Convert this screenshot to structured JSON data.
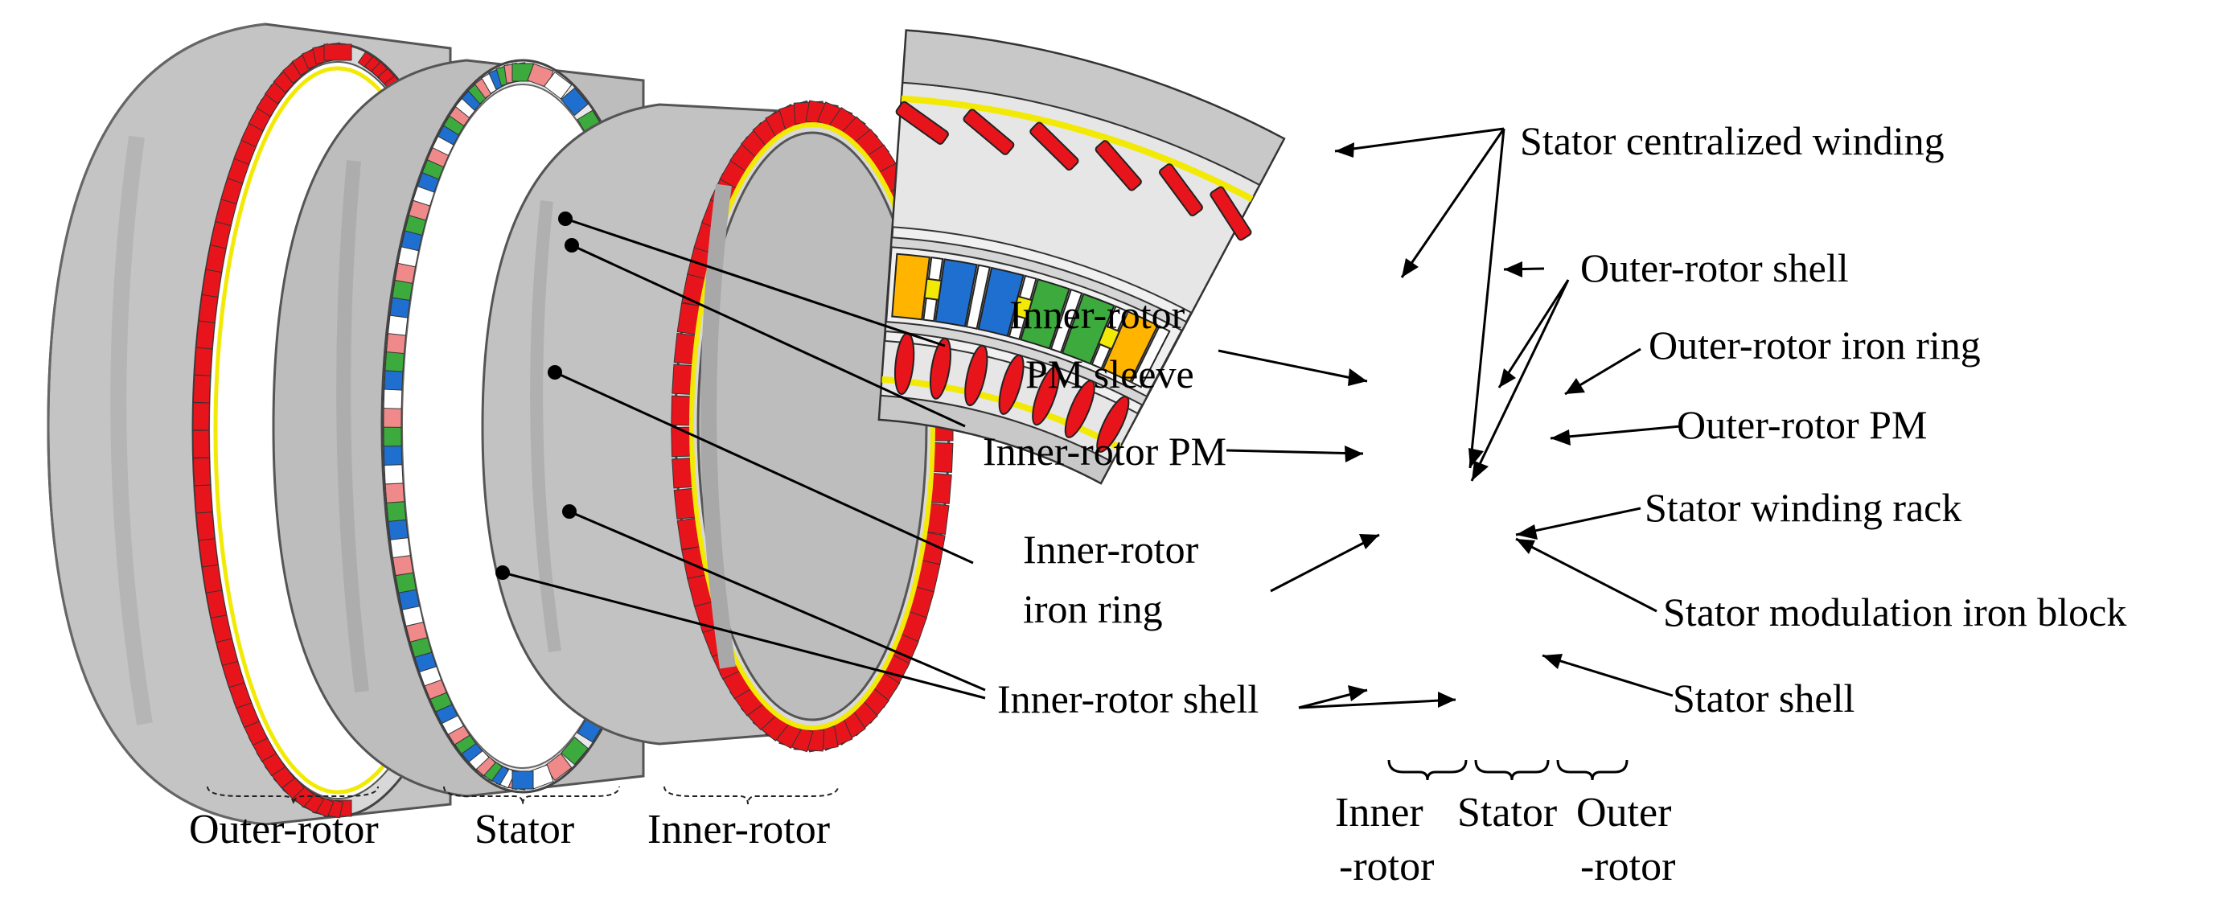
{
  "colors": {
    "shell_gray": "#c8c8c8",
    "shell_dark": "#9a9a9a",
    "magnet_red": "#e8141c",
    "sleeve_yellow": "#f2ea06",
    "winding_orange": "#ffb400",
    "winding_blue": "#1f6fd0",
    "winding_green": "#3caa3c",
    "winding_pink": "#f08a8a",
    "leader_black": "#000000"
  },
  "left_view": {
    "labels": {
      "outer_rotor": "Outer-rotor",
      "stator": "Stator",
      "inner_rotor": "Inner-rotor"
    }
  },
  "callouts": {
    "inner_rotor_pm_sleeve_line1": "Inner-rotor",
    "inner_rotor_pm_sleeve_line2": "PM sleeve",
    "inner_rotor_pm": "Inner-rotor PM",
    "inner_rotor_iron_ring_line1": "Inner-rotor",
    "inner_rotor_iron_ring_line2": "iron ring",
    "inner_rotor_shell": "Inner-rotor shell",
    "stator_centralized_winding": "Stator centralized winding",
    "outer_rotor_shell": "Outer-rotor shell",
    "outer_rotor_iron_ring": "Outer-rotor iron ring",
    "outer_rotor_pm": "Outer-rotor PM",
    "stator_winding_rack": "Stator winding rack",
    "stator_modulation_iron_block": "Stator modulation iron block",
    "stator_shell": "Stator shell"
  },
  "right_view": {
    "labels": {
      "inner_line1": "Inner",
      "inner_line2": "-rotor",
      "stator": "Stator",
      "outer_line1": "Outer",
      "outer_line2": "-rotor"
    }
  }
}
